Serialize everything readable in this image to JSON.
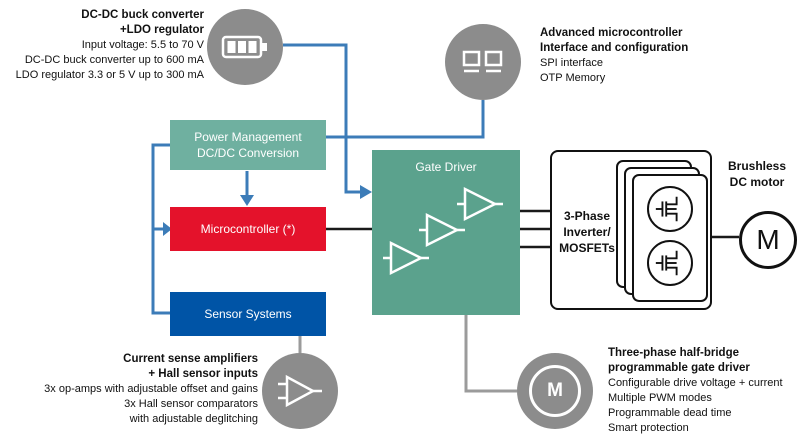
{
  "colors": {
    "teal_power_mgmt": "#6FB0A0",
    "teal_gate_driver": "#5BA28D",
    "red_microcontroller": "#E4122B",
    "blue_sensor": "#0054A6",
    "arrow_blue": "#3C7CB8",
    "circle_gray": "#8C8C8C",
    "line_black": "#1A1A1A",
    "line_gray": "#9B9B9B"
  },
  "callouts": {
    "power_supply": {
      "bold": [
        "DC-DC buck converter",
        "+LDO regulator"
      ],
      "lines": [
        "Input voltage: 5.5 to 70 V",
        "DC-DC buck converter up to 600 mA",
        "LDO regulator 3.3 or 5 V up to 300 mA"
      ]
    },
    "microcontroller_interface": {
      "bold": [
        "Advanced microcontroller",
        "Interface and configuration"
      ],
      "lines": [
        "SPI interface",
        "OTP Memory"
      ]
    },
    "current_sense": {
      "bold": [
        "Current sense amplifiers",
        "+ Hall sensor inputs"
      ],
      "lines": [
        "3x op-amps with adjustable offset and gains",
        "3x Hall sensor comparators",
        "with adjustable deglitching"
      ]
    },
    "gate_driver_features": {
      "bold": [
        "Three-phase half-bridge",
        "programmable gate driver"
      ],
      "lines": [
        "Configurable drive voltage + current",
        "Multiple PWM modes",
        "Programmable dead time",
        "Smart protection"
      ],
      "symbol": "M"
    }
  },
  "blocks": {
    "power_management": {
      "lines": [
        "Power Management",
        "DC/DC Conversion"
      ]
    },
    "microcontroller": {
      "label": "Microcontroller (*)"
    },
    "sensor_systems": {
      "label": "Sensor Systems"
    },
    "gate_driver": {
      "label": "Gate Driver"
    },
    "inverter": {
      "lines": [
        "3-Phase",
        "Inverter/",
        "MOSFETs"
      ]
    },
    "motor": {
      "label_lines": [
        "Brushless",
        "DC motor"
      ],
      "symbol": "M"
    }
  }
}
